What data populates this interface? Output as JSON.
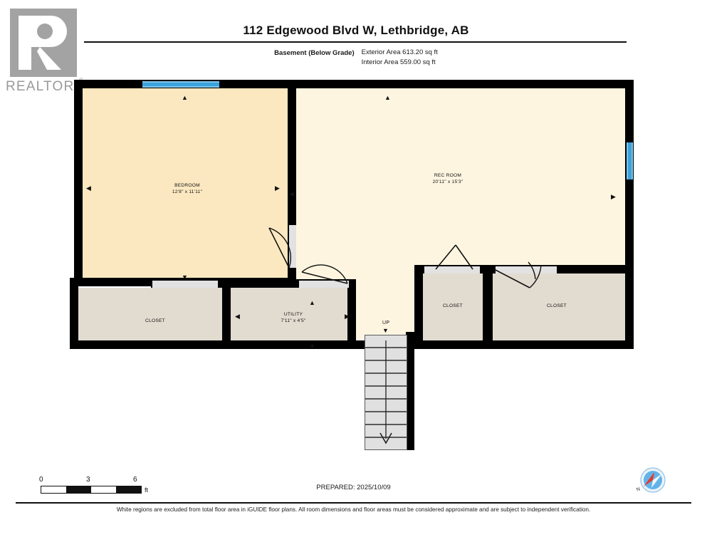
{
  "header": {
    "title": "112 Edgewood Blvd W, Lethbridge, AB",
    "level_label": "Basement (Below Grade)",
    "exterior_area": "Exterior Area 613.20 sq ft",
    "interior_area": "Interior Area 559.00 sq ft"
  },
  "logo": {
    "wordmark": "REALTOR",
    "registered": "®",
    "letter": "R"
  },
  "rooms": [
    {
      "id": "bedroom",
      "name": "BEDROOM",
      "dimensions": "12'8\" x 11'11\""
    },
    {
      "id": "rec-room",
      "name": "REC ROOM",
      "dimensions": "20'11\" x 15'3\""
    },
    {
      "id": "closet-left",
      "name": "CLOSET",
      "dimensions": ""
    },
    {
      "id": "utility",
      "name": "UTILITY",
      "dimensions": "7'11\" x 4'5\""
    },
    {
      "id": "closet-mid",
      "name": "CLOSET",
      "dimensions": ""
    },
    {
      "id": "closet-right",
      "name": "CLOSET",
      "dimensions": ""
    }
  ],
  "stairs": {
    "label": "UP"
  },
  "scale": {
    "ticks": [
      "0",
      "3",
      "6"
    ],
    "unit": "ft"
  },
  "compass": {
    "north_label": "N"
  },
  "footer": {
    "prepared": "PREPARED: 2025/10/09",
    "disclaimer": "White regions are excluded from total floor area in iGUIDE floor plans. All room dimensions and floor areas must be considered approximate and are subject to independent verification."
  },
  "colors": {
    "wall": "#000000",
    "bedroom_fill": "#fbe8c0",
    "recroom_fill": "#fdf5e0",
    "closet_fill": "#e2dbd0",
    "window": "#3aa3dd",
    "door_gap": "#e2e2e2",
    "stair_fill": "#e0e0e0",
    "logo_gray": "#a3a3a3"
  }
}
